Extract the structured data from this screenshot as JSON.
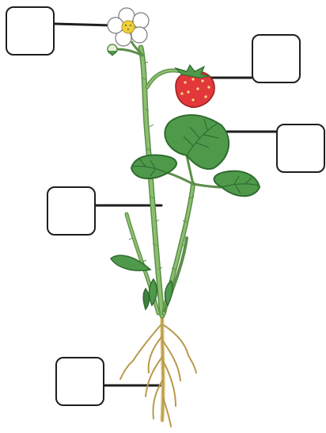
{
  "diagram": {
    "subject": "strawberry-plant",
    "colors": {
      "leaf": "#4f9a4a",
      "leaf_dark": "#2f6b30",
      "stem": "#6fa05a",
      "fruit": "#e2383b",
      "seed": "#f6e08a",
      "petal": "#ffffff",
      "flower_center": "#f2cf3a",
      "root": "#d9c27a",
      "outline": "#1e1e1e"
    },
    "label_boxes": [
      {
        "part": "flower",
        "text": ""
      },
      {
        "part": "fruit",
        "text": ""
      },
      {
        "part": "leaf",
        "text": ""
      },
      {
        "part": "stem",
        "text": ""
      },
      {
        "part": "root",
        "text": ""
      }
    ]
  }
}
